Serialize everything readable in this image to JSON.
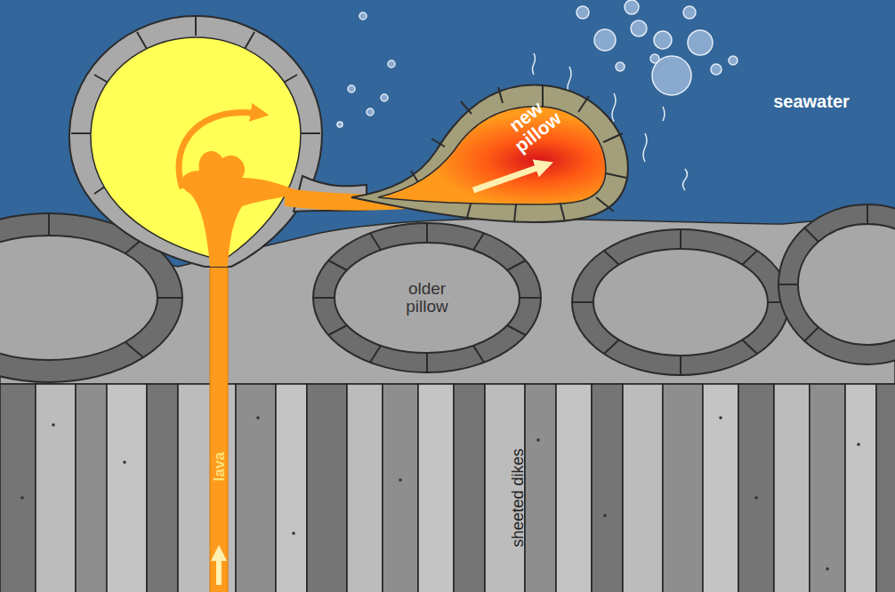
{
  "diagram": {
    "nodes": [
      {
        "text": [
          "new pillow"
        ]
      },
      {
        "text": [
          "older pillow"
        ]
      }
    ],
    "labels": [
      "seawater",
      "lava",
      "sheeted dikes"
    ]
  }
}
